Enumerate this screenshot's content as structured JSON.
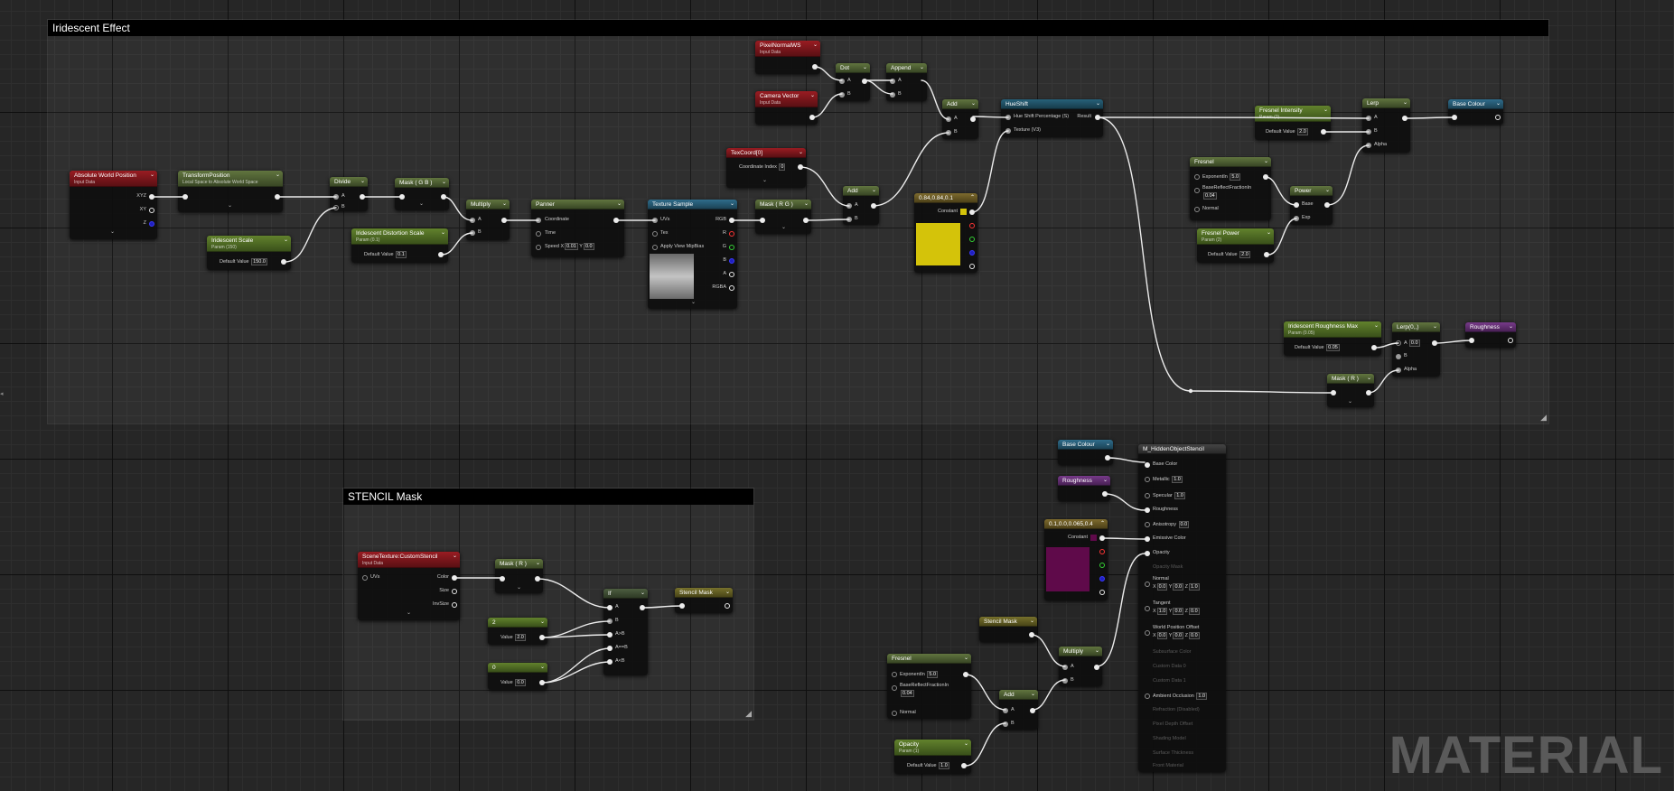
{
  "comments": {
    "iridescent": "Iridescent Effect",
    "stencil": "STENCIL Mask"
  },
  "watermark": "MATERIAL",
  "common": {
    "input_data": "Input Data",
    "default_value": "Default Value",
    "value": "Value",
    "A": "A",
    "B": "B",
    "alpha": "Alpha",
    "base": "Base",
    "exp": "Exp",
    "rgb": "RGB",
    "R": "R",
    "G": "G",
    "Bch": "B",
    "Ach": "A",
    "rgba": "RGBA",
    "xyz": "XYZ",
    "xy": "XY",
    "Z": "Z",
    "X": "X",
    "Y": "Y",
    "constant": "Constant",
    "exponent_in": "ExponentIn",
    "base_reflect": "BaseReflectFractionIn",
    "normal": "Normal",
    "agb": "A>B",
    "aeb": "A==B",
    "alb": "A<B",
    "uvs": "UVs",
    "tex": "Tex",
    "apply_view_mip_bias": "Apply View MipBias",
    "coordinate": "Coordinate",
    "time": "Time",
    "speed": "Speed",
    "hue_shift_pct": "Hue Shift Percentage (S)",
    "texture_v3": "Texture (V3)",
    "result": "Result",
    "coord_index": "Coordinate Index",
    "color": "Color",
    "size": "Size",
    "invsize": "InvSize"
  },
  "nodes": {
    "abs_world_pos": {
      "title": "Absolute World Position"
    },
    "transform_pos": {
      "title": "TransformPosition",
      "sub": "Local Space to Absolute World Space"
    },
    "divide": {
      "title": "Divide"
    },
    "mask_gb": {
      "title": "Mask ( G B )"
    },
    "multiply1": {
      "title": "Multiply"
    },
    "panner": {
      "title": "Panner",
      "speed_x": "0.01",
      "speed_y": "0.0"
    },
    "texture_sample": {
      "title": "Texture Sample"
    },
    "mask_rg": {
      "title": "Mask ( R G )"
    },
    "texcoord": {
      "title": "TexCoord[0]",
      "index": "0"
    },
    "add2": {
      "title": "Add"
    },
    "iri_scale": {
      "title": "Iridescent Scale",
      "sub": "Param (150)",
      "value": "150.0"
    },
    "iri_distortion": {
      "title": "Iridescent Distortion Scale",
      "sub": "Param (0.1)",
      "value": "0.1"
    },
    "pixel_normal": {
      "title": "PixelNormalWS"
    },
    "camera_vector": {
      "title": "Camera Vector"
    },
    "dot": {
      "title": "Dot"
    },
    "append": {
      "title": "Append"
    },
    "add1": {
      "title": "Add"
    },
    "hueshift": {
      "title": "HueShift"
    },
    "const_yellow": {
      "title": "0.84,0.84,0.1",
      "color": "#d4c30a"
    },
    "fresnel_intensity": {
      "title": "Fresnel Intensity",
      "sub": "Param (2)",
      "value": "2.0"
    },
    "fresnel1": {
      "title": "Fresnel",
      "exponent": "5.0",
      "base_reflect": "0.04"
    },
    "power": {
      "title": "Power"
    },
    "fresnel_power": {
      "title": "Fresnel Power",
      "sub": "Param (2)",
      "value": "2.0"
    },
    "lerp1": {
      "title": "Lerp"
    },
    "base_colour_out": {
      "title": "Base Colour"
    },
    "iri_rough_max": {
      "title": "Iridescent Roughness Max",
      "sub": "Param (0.05)",
      "value": "0.05"
    },
    "lerp2": {
      "title": "Lerp(0,,)",
      "a_value": "0.0"
    },
    "roughness_out": {
      "title": "Roughness"
    },
    "mask_r": {
      "title": "Mask ( R )"
    },
    "scene_texture": {
      "title": "SceneTexture:CustomStencil"
    },
    "mask_r2": {
      "title": "Mask ( R )"
    },
    "if_node": {
      "title": "If"
    },
    "const2": {
      "title": "2",
      "value": "2.0"
    },
    "const0": {
      "title": "0",
      "value": "0.0"
    },
    "stencil_mask_out": {
      "title": "Stencil Mask"
    },
    "base_colour_in": {
      "title": "Base Colour"
    },
    "roughness_in": {
      "title": "Roughness"
    },
    "const_purple": {
      "title": "0.1,0.0,0.065,0.4",
      "color": "#5f0a4a"
    },
    "stencil_mask_in": {
      "title": "Stencil Mask"
    },
    "multiply2": {
      "title": "Multiply"
    },
    "fresnel2": {
      "title": "Fresnel",
      "exponent": "5.0",
      "base_reflect": "0.04"
    },
    "add3": {
      "title": "Add"
    },
    "opacity": {
      "title": "Opacity",
      "sub": "Param (1)",
      "value": "1.0"
    }
  },
  "material": {
    "title": "M_HiddenObjectStencil",
    "pins": {
      "base_color": "Base Color",
      "metallic": "Metallic",
      "metallic_v": "1.0",
      "specular": "Specular",
      "specular_v": "1.0",
      "roughness": "Roughness",
      "anisotropy": "Anisotropy",
      "anisotropy_v": "0.0",
      "emissive": "Emissive Color",
      "opacity": "Opacity",
      "opacity_mask": "Opacity Mask",
      "normal": "Normal",
      "normal_x": "0.0",
      "normal_y": "0.0",
      "normal_z": "1.0",
      "tangent": "Tangent",
      "tangent_x": "1.0",
      "tangent_y": "0.0",
      "tangent_z": "0.0",
      "wpo": "World Position Offset",
      "wpo_x": "0.0",
      "wpo_y": "0.0",
      "wpo_z": "0.0",
      "subsurface": "Subsurface Color",
      "custom0": "Custom Data 0",
      "custom1": "Custom Data 1",
      "ao": "Ambient Occlusion",
      "ao_v": "1.0",
      "refraction": "Refraction (Disabled)",
      "pdo": "Pixel Depth Offset",
      "shading_model": "Shading Model",
      "surface_thickness": "Surface Thickness",
      "front_material": "Front Material"
    }
  }
}
